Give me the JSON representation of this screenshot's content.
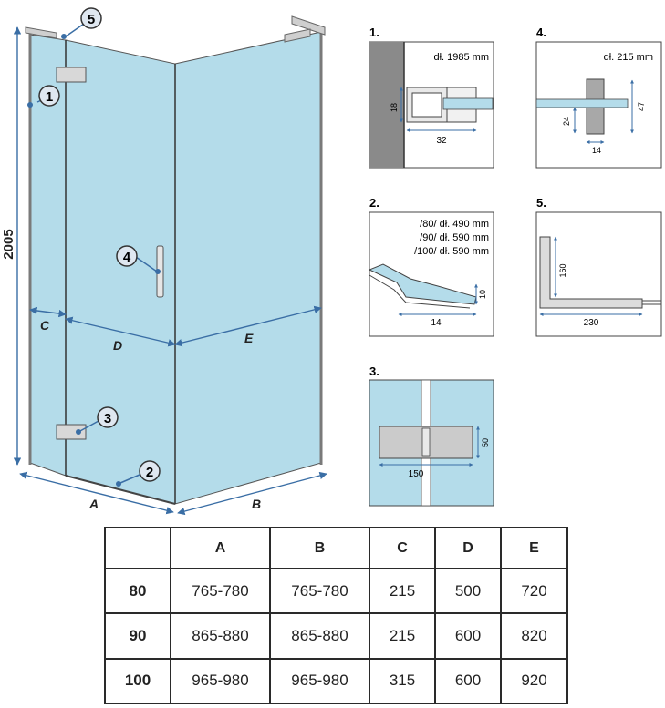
{
  "main_view": {
    "height_label": "2005",
    "dim_labels": {
      "a": "A",
      "b": "B",
      "c": "C",
      "d": "D",
      "e": "E"
    },
    "callouts": [
      "1",
      "2",
      "3",
      "4",
      "5"
    ]
  },
  "details": {
    "d1": {
      "title": "1.",
      "note": "dł. 1985 mm",
      "dim_v": "18",
      "dim_h": "32"
    },
    "d2": {
      "title": "2.",
      "notes": [
        "/80/ dł. 490 mm",
        "/90/ dł. 590 mm",
        "/100/ dł. 590 mm"
      ],
      "dim_v": "10",
      "dim_h": "14"
    },
    "d3": {
      "title": "3.",
      "dim_v": "50",
      "dim_h": "150"
    },
    "d4": {
      "title": "4.",
      "note": "dł. 215 mm",
      "dim_v1": "24",
      "dim_v2": "47",
      "dim_h": "14"
    },
    "d5": {
      "title": "5.",
      "dim_v": "160",
      "dim_h": "230"
    }
  },
  "table": {
    "headers": [
      "",
      "A",
      "B",
      "C",
      "D",
      "E"
    ],
    "rows": [
      [
        "80",
        "765-780",
        "765-780",
        "215",
        "500",
        "720"
      ],
      [
        "90",
        "865-880",
        "865-880",
        "215",
        "600",
        "820"
      ],
      [
        "100",
        "965-980",
        "965-980",
        "315",
        "600",
        "920"
      ]
    ]
  },
  "colors": {
    "glass": "#b4dcea",
    "dim_line": "#3a6ea5",
    "frame": "#555555",
    "callout_fill": "#dfe7f0"
  }
}
